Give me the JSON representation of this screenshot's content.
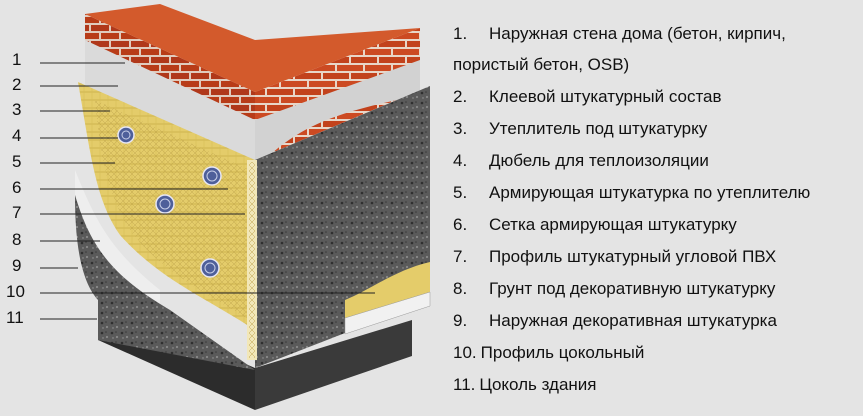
{
  "callout_numbers": [
    "1",
    "2",
    "3",
    "4",
    "5",
    "6",
    "7",
    "8",
    "9",
    "10",
    "11"
  ],
  "legend": [
    {
      "num": "1.",
      "text": "Наружная стена дома (бетон, кирпич,",
      "cont": "пористый бетон, OSB)"
    },
    {
      "num": "2.",
      "text": "Клеевой штукатурный состав"
    },
    {
      "num": "3.",
      "text": "Утеплитель под штукатурку"
    },
    {
      "num": "4.",
      "text": "Дюбель для теплоизоляции"
    },
    {
      "num": "5.",
      "text": "Армирующая штукатурка по утеплителю"
    },
    {
      "num": "6.",
      "text": "Сетка армирующая штукатурку"
    },
    {
      "num": "7.",
      "text": "Профиль штукатурный угловой ПВХ"
    },
    {
      "num": "8.",
      "text": "Грунт под декоративную штукатурку"
    },
    {
      "num": "9.",
      "text": "Наружная декоративная штукатурка"
    },
    {
      "num": "10.",
      "text": "Профиль цокольный"
    },
    {
      "num": "11.",
      "text": "Цоколь здания"
    }
  ],
  "colors": {
    "brick": "#c8461f",
    "mortar": "#e8d9cf",
    "adhesive": "#d9d9d9",
    "insulation": "#e6cf6a",
    "plaster": "#545454",
    "plinth": "#2f2f2f",
    "dowel": "#4e5f9a",
    "background": "#e4e4e4"
  }
}
